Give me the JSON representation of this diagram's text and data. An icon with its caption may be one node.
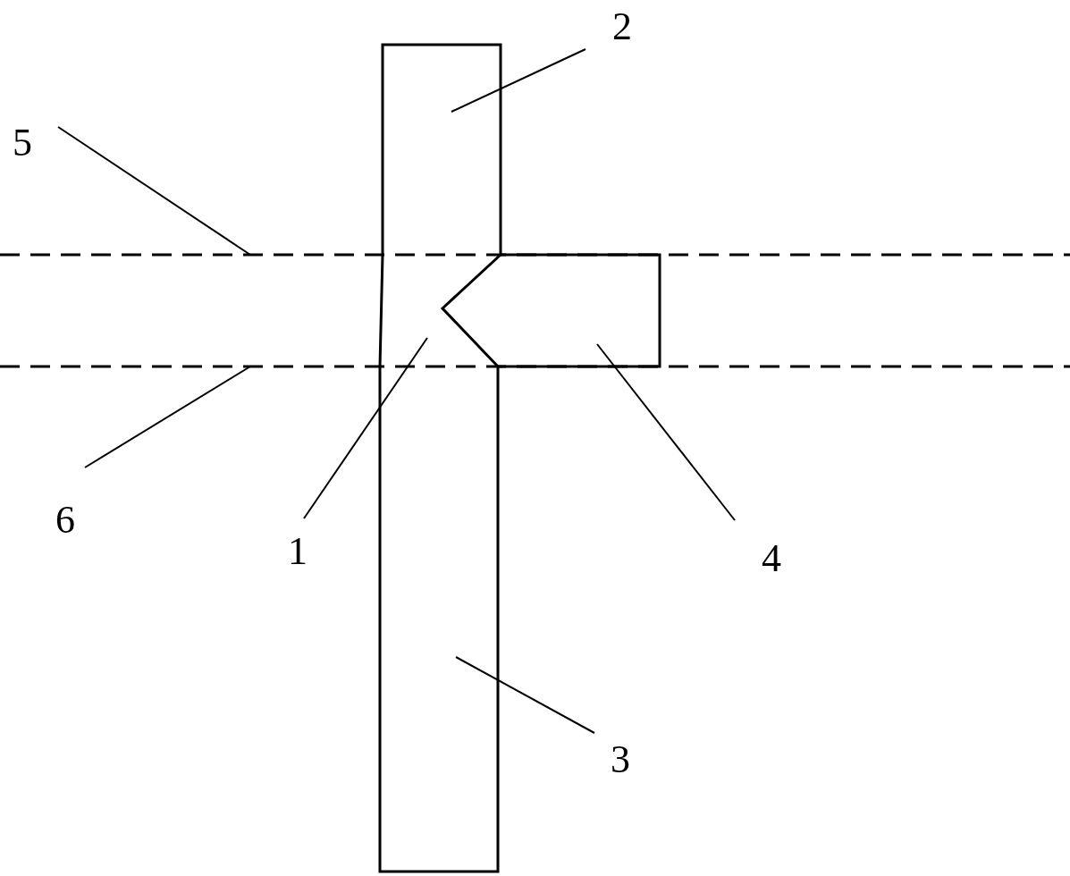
{
  "diagram": {
    "nodes": [
      {
        "text": [
          "2"
        ]
      },
      {
        "text": [
          "5"
        ]
      },
      {
        "text": [
          "6"
        ]
      },
      {
        "text": [
          "1"
        ]
      },
      {
        "text": [
          "4"
        ]
      },
      {
        "text": [
          "3"
        ]
      },
      {
        "text": [],
        "shape": "bar"
      },
      {
        "text": [],
        "shape": "line"
      },
      {
        "text": [],
        "shape": "box"
      },
      {
        "text": [],
        "shape": "bar"
      },
      {
        "text": [],
        "shape": "line"
      },
      {
        "text": [],
        "shape": "bar"
      }
    ],
    "edges": [
      {
        "from": 0,
        "to": 6,
        "arrow": "none"
      },
      {
        "from": 1,
        "to": 7,
        "arrow": "none"
      },
      {
        "from": 2,
        "to": 10,
        "arrow": "none"
      },
      {
        "from": 3,
        "to": 8,
        "arrow": "none"
      },
      {
        "from": 4,
        "to": 9,
        "arrow": "none"
      },
      {
        "from": 5,
        "to": 11,
        "arrow": "none"
      }
    ]
  }
}
